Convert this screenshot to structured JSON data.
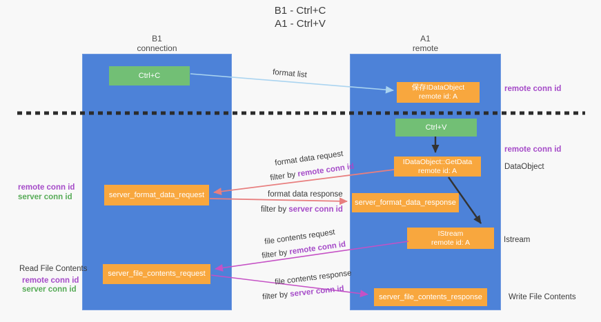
{
  "title": {
    "line1": "B1 - Ctrl+C",
    "line2": "A1 - Ctrl+V"
  },
  "lanes": {
    "left": {
      "title": "B1",
      "subtitle": "connection"
    },
    "right": {
      "title": "A1",
      "subtitle": "remote"
    }
  },
  "nodes": {
    "ctrl_c": {
      "label": "Ctrl+C"
    },
    "save_idataobject": {
      "line1": "保存IDataObject",
      "line2": "remote id: A"
    },
    "ctrl_v": {
      "label": "Ctrl+V"
    },
    "getdata": {
      "line1": "IDataObject::GetData",
      "line2": "remote id: A"
    },
    "server_format_data_request": {
      "label": "server_format_data_request"
    },
    "server_format_data_response": {
      "label": "server_format_data_response"
    },
    "istream": {
      "line1": "IStream",
      "line2": "remote id: A"
    },
    "server_file_contents_request": {
      "label": "server_file_contents_request"
    },
    "server_file_contents_response": {
      "label": "server_file_contents_response"
    }
  },
  "edges": {
    "format_list": {
      "label": "format list"
    },
    "format_data_request": {
      "label": "format data request",
      "filter_prefix": "filter by ",
      "filter_key": "remote conn id"
    },
    "format_data_response": {
      "label": "format data response",
      "filter_prefix": "filter by ",
      "filter_key": "server conn id"
    },
    "file_contents_request": {
      "label": "file contents request",
      "filter_prefix": "filter by ",
      "filter_key": "remote conn id"
    },
    "file_contents_response": {
      "label": "file contents response",
      "filter_prefix": "filter by ",
      "filter_key": "server conn id"
    }
  },
  "side_labels": {
    "right_top_remote_conn_id": "remote conn id",
    "right_mid_remote_conn_id": "remote conn id",
    "dataobject": "DataObject",
    "istream": "Istream",
    "write_file_contents": "Write File Contents",
    "left_mid_remote_conn_id": "remote conn id",
    "left_mid_server_conn_id": "server conn id",
    "read_file_contents": "Read File Contents",
    "left_bottom_remote_conn_id": "remote conn id",
    "left_bottom_server_conn_id": "server conn id"
  },
  "colors": {
    "lane_blue": "#4d82d8",
    "node_orange": "#f8a73e",
    "node_green": "#72bf75",
    "arrow_salmon": "#e87f7f",
    "arrow_magenta": "#c551c5",
    "arrow_lightblue": "#aad4f0",
    "arrow_black": "#333333",
    "text_purple": "#a54bc8",
    "text_green": "#57ab57"
  }
}
